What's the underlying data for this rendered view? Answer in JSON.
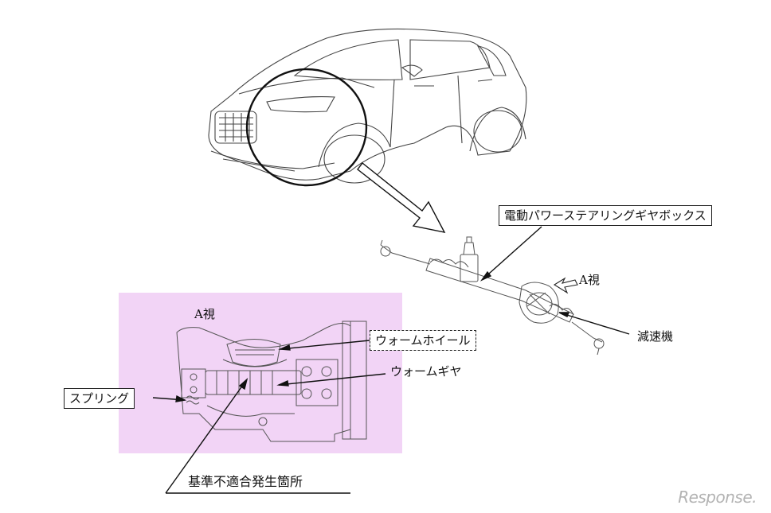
{
  "labels": {
    "gearbox": "電動パワーステアリングギヤボックス",
    "a_view_arrow": "A視",
    "reducer": "減速機",
    "a_view_panel": "A視",
    "worm_wheel": "ウォームホイール",
    "worm_gear": "ウォームギヤ",
    "spring": "スプリング",
    "nonconformity": "基準不適合発生箇所"
  },
  "watermark": "Response.",
  "colors": {
    "panel_fill": "#f2d4f6",
    "line": "#222222"
  }
}
